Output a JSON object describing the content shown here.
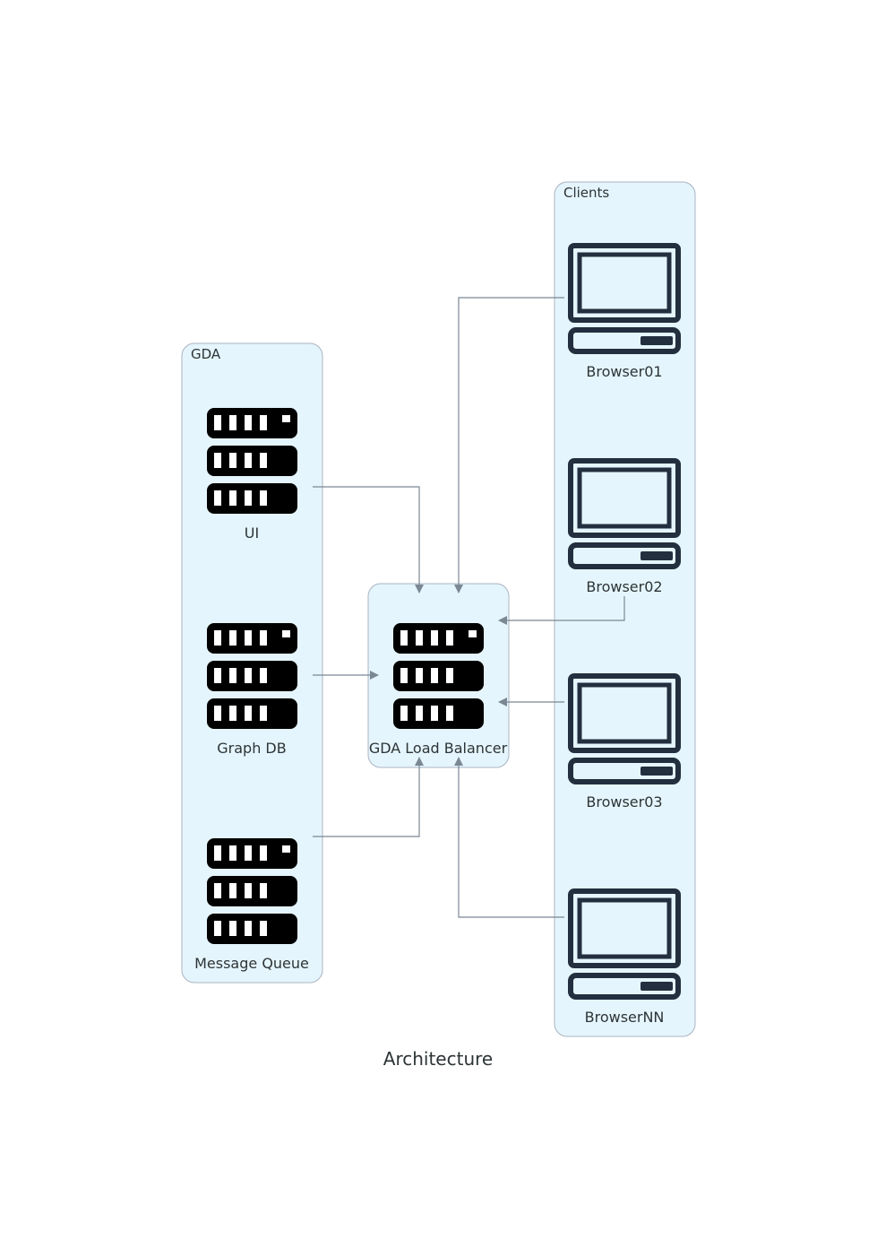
{
  "title": "Architecture",
  "clusters": {
    "gda": {
      "label": "GDA"
    },
    "clients": {
      "label": "Clients"
    }
  },
  "nodes": {
    "ui": {
      "label": "UI",
      "icon": "server-rack-icon"
    },
    "graph_db": {
      "label": "Graph DB",
      "icon": "server-rack-icon"
    },
    "message_queue": {
      "label": "Message Queue",
      "icon": "server-rack-icon"
    },
    "load_balancer": {
      "label": "GDA Load Balancer",
      "icon": "server-rack-icon"
    },
    "browser01": {
      "label": "Browser01",
      "icon": "desktop-computer-icon"
    },
    "browser02": {
      "label": "Browser02",
      "icon": "desktop-computer-icon"
    },
    "browser03": {
      "label": "Browser03",
      "icon": "desktop-computer-icon"
    },
    "browsernn": {
      "label": "BrowserNN",
      "icon": "desktop-computer-icon"
    }
  },
  "edges": [
    {
      "from": "UI",
      "to": "GDA Load Balancer"
    },
    {
      "from": "Graph DB",
      "to": "GDA Load Balancer"
    },
    {
      "from": "Message Queue",
      "to": "GDA Load Balancer"
    },
    {
      "from": "Browser01",
      "to": "GDA Load Balancer"
    },
    {
      "from": "Browser02",
      "to": "GDA Load Balancer"
    },
    {
      "from": "Browser03",
      "to": "GDA Load Balancer"
    },
    {
      "from": "BrowserNN",
      "to": "GDA Load Balancer"
    }
  ],
  "colors": {
    "cluster_fill": "#e5f5fd",
    "cluster_border": "#aab4c0",
    "edge": "#7b8894",
    "server_icon": "#000000",
    "computer_icon": "#232f3e",
    "text": "#2d3436"
  }
}
